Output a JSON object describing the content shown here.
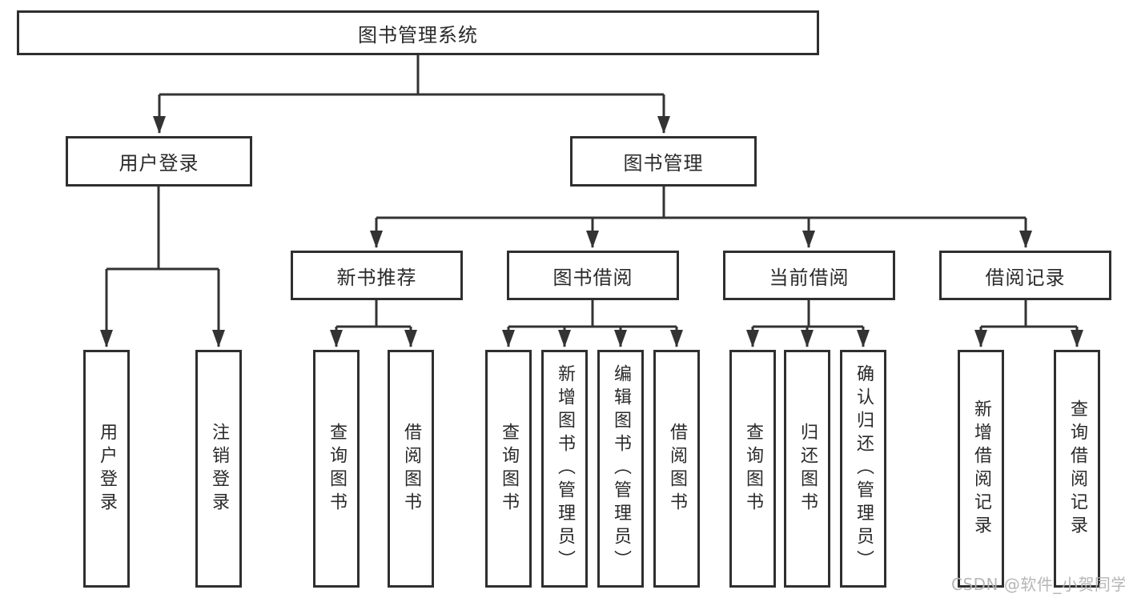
{
  "colors": {
    "line": "#333333",
    "box_border": "#2f2f2f",
    "text": "#2a2a2a",
    "background": "#ffffff",
    "watermark": "#b3b3b3"
  },
  "watermark": {
    "text": "CSDN @软件_小贺同学"
  },
  "tree": {
    "root": {
      "label": "图书管理系统"
    },
    "branches": [
      {
        "label": "用户登录",
        "children": [
          {
            "label": "用户登录"
          },
          {
            "label": "注销登录"
          }
        ]
      },
      {
        "label": "图书管理",
        "sections": [
          {
            "label": "新书推荐",
            "children": [
              {
                "label": "查询图书"
              },
              {
                "label": "借阅图书"
              }
            ]
          },
          {
            "label": "图书借阅",
            "children": [
              {
                "label": "查询图书"
              },
              {
                "label": "新增图书（管理员）"
              },
              {
                "label": "编辑图书（管理员）"
              },
              {
                "label": "借阅图书"
              }
            ]
          },
          {
            "label": "当前借阅",
            "children": [
              {
                "label": "查询图书"
              },
              {
                "label": "归还图书"
              },
              {
                "label": "确认归还（管理员）"
              }
            ]
          },
          {
            "label": "借阅记录",
            "children": [
              {
                "label": "新增借阅记录"
              },
              {
                "label": "查询借阅记录"
              }
            ]
          }
        ]
      }
    ]
  }
}
